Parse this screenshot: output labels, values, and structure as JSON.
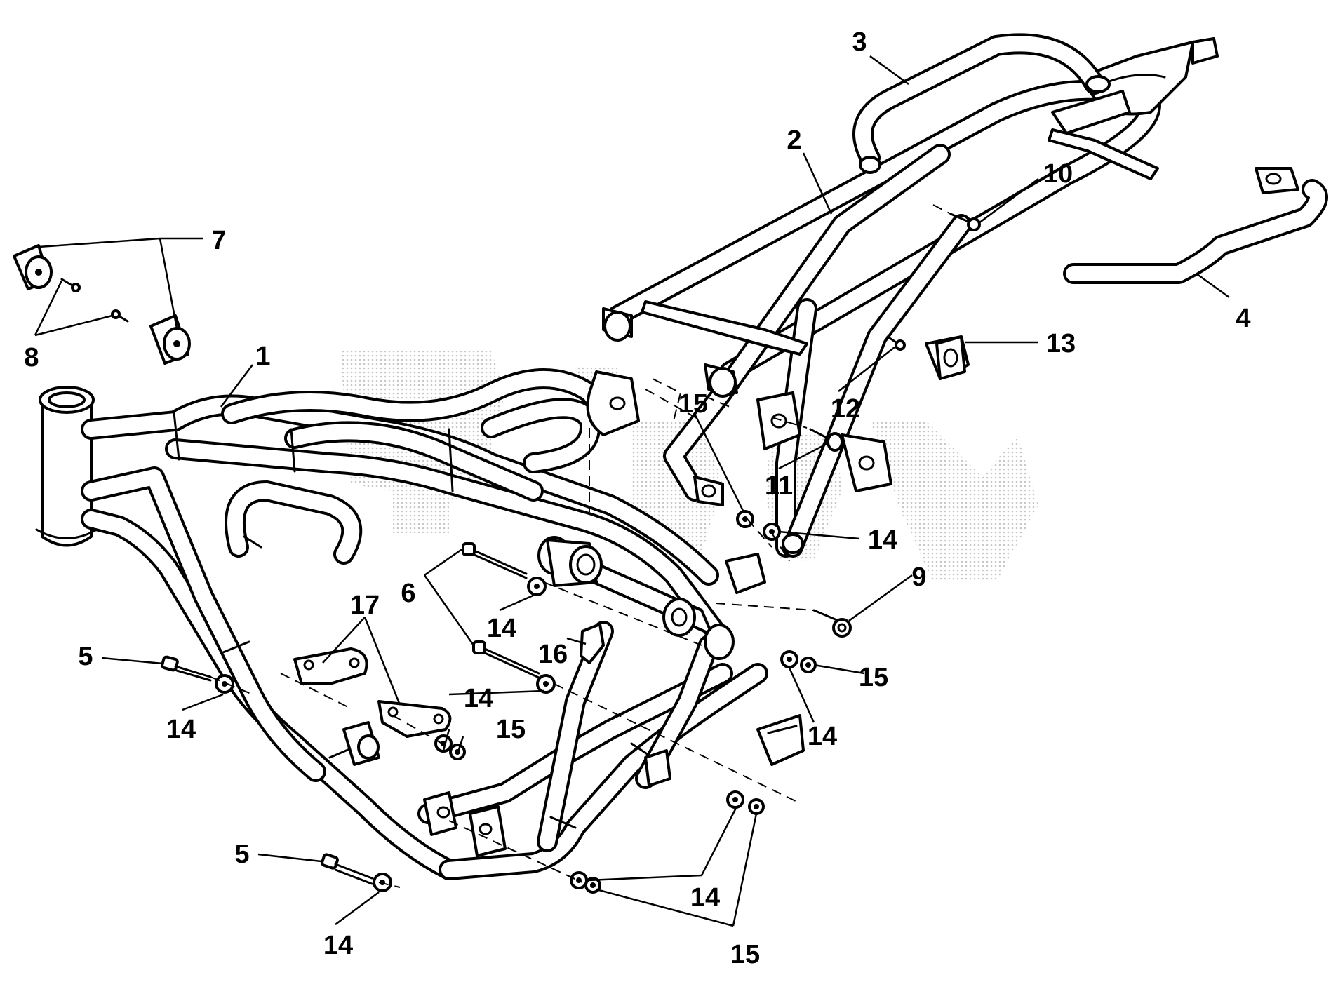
{
  "diagram": {
    "callouts": [
      {
        "id": "c1",
        "text": "1"
      },
      {
        "id": "c2",
        "text": "2"
      },
      {
        "id": "c3",
        "text": "3"
      },
      {
        "id": "c4",
        "text": "4"
      },
      {
        "id": "c5a",
        "text": "5"
      },
      {
        "id": "c5b",
        "text": "5"
      },
      {
        "id": "c6",
        "text": "6"
      },
      {
        "id": "c7",
        "text": "7"
      },
      {
        "id": "c8",
        "text": "8"
      },
      {
        "id": "c9",
        "text": "9"
      },
      {
        "id": "c10",
        "text": "10"
      },
      {
        "id": "c11",
        "text": "11"
      },
      {
        "id": "c12",
        "text": "12"
      },
      {
        "id": "c13",
        "text": "13"
      },
      {
        "id": "c14a",
        "text": "14"
      },
      {
        "id": "c14b",
        "text": "14"
      },
      {
        "id": "c14c",
        "text": "14"
      },
      {
        "id": "c14d",
        "text": "14"
      },
      {
        "id": "c14e",
        "text": "14"
      },
      {
        "id": "c14f",
        "text": "14"
      },
      {
        "id": "c14g",
        "text": "14"
      },
      {
        "id": "c15a",
        "text": "15"
      },
      {
        "id": "c15b",
        "text": "15"
      },
      {
        "id": "c15c",
        "text": "15"
      },
      {
        "id": "c15d",
        "text": "15"
      },
      {
        "id": "c16",
        "text": "16"
      },
      {
        "id": "c17",
        "text": "17"
      }
    ],
    "colors": {
      "line": "#000000",
      "background": "#ffffff",
      "watermark": "#9a9a9a"
    }
  }
}
